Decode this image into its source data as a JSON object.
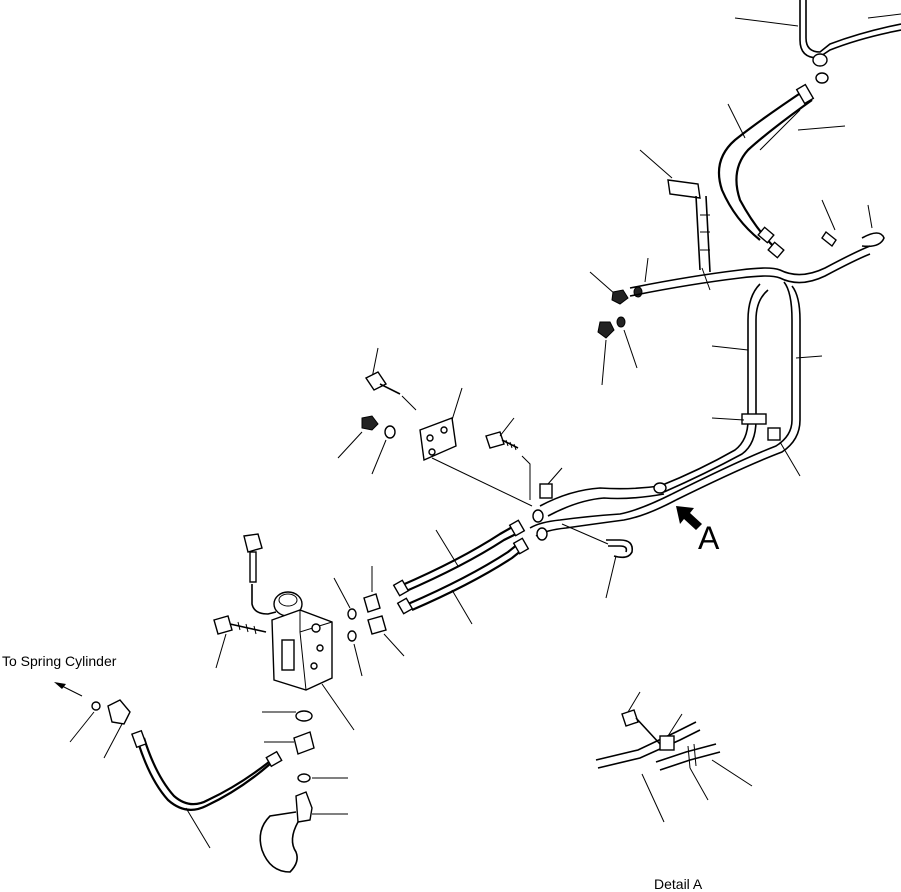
{
  "diagram": {
    "labels": {
      "to_spring_cylinder": "To Spring Cylinder",
      "view_letter": "A",
      "detail_caption": "Detail A"
    },
    "arrows": [
      {
        "name": "view-a-arrow",
        "direction": "up-left"
      },
      {
        "name": "to-spring-cylinder-arrow",
        "direction": "up-left"
      }
    ]
  }
}
